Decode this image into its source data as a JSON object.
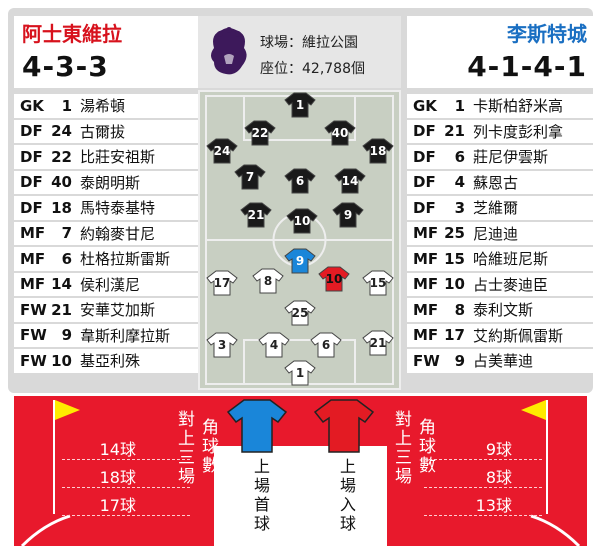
{
  "home": {
    "name": "阿士東維拉",
    "formation": "4-3-3",
    "color": "#d7121d",
    "players": [
      {
        "pos": "GK",
        "num": "1",
        "name": "湯希頓"
      },
      {
        "pos": "DF",
        "num": "24",
        "name": "古爾拔"
      },
      {
        "pos": "DF",
        "num": "22",
        "name": "比莊安祖斯"
      },
      {
        "pos": "DF",
        "num": "40",
        "name": "泰朗明斯"
      },
      {
        "pos": "DF",
        "num": "18",
        "name": "馬特泰基特"
      },
      {
        "pos": "MF",
        "num": "7",
        "name": "約翰麥甘尼"
      },
      {
        "pos": "MF",
        "num": "6",
        "name": "杜格拉斯雷斯"
      },
      {
        "pos": "MF",
        "num": "14",
        "name": "侯利漢尼"
      },
      {
        "pos": "FW",
        "num": "21",
        "name": "安華艾加斯"
      },
      {
        "pos": "FW",
        "num": "9",
        "name": "韋斯利摩拉斯"
      },
      {
        "pos": "FW",
        "num": "10",
        "name": "基亞利殊"
      }
    ]
  },
  "away": {
    "name": "李斯特城",
    "formation": "4-1-4-1",
    "color": "#1a6fc2",
    "players": [
      {
        "pos": "GK",
        "num": "1",
        "name": "卡斯柏舒米高"
      },
      {
        "pos": "DF",
        "num": "21",
        "name": "列卡度彭利拿"
      },
      {
        "pos": "DF",
        "num": "6",
        "name": "莊尼伊雲斯"
      },
      {
        "pos": "DF",
        "num": "4",
        "name": "蘇恩古"
      },
      {
        "pos": "DF",
        "num": "3",
        "name": "芝維爾"
      },
      {
        "pos": "MF",
        "num": "25",
        "name": "尼迪迪"
      },
      {
        "pos": "MF",
        "num": "15",
        "name": "哈維班尼斯"
      },
      {
        "pos": "MF",
        "num": "10",
        "name": "占士麥迪臣"
      },
      {
        "pos": "MF",
        "num": "8",
        "name": "泰利文斯"
      },
      {
        "pos": "MF",
        "num": "17",
        "name": "艾約斯佩雷斯"
      },
      {
        "pos": "FW",
        "num": "9",
        "name": "占美華迪"
      }
    ]
  },
  "venue": {
    "stadium": "球場：維拉公園",
    "capacity": "座位：42,788個"
  },
  "pitch": {
    "home_shirts": [
      "1",
      "22",
      "40",
      "24",
      "18",
      "7",
      "6",
      "14",
      "21",
      "10",
      "9"
    ],
    "away_shirts": [
      "9",
      "17",
      "8",
      "10",
      "15",
      "25",
      "3",
      "4",
      "6",
      "21",
      "1"
    ]
  },
  "stats": {
    "label_left_a": "對上三場",
    "label_left_b": "角球數",
    "label_right_a": "對上三場",
    "label_right_b": "角球數",
    "home": [
      "14球",
      "18球",
      "17球"
    ],
    "away": [
      "9球",
      "8球",
      "13球"
    ]
  },
  "legend": {
    "blue_label": "上場首球",
    "red_label": "上場入球",
    "blue": "#1a86d9",
    "red": "#e31b23"
  }
}
